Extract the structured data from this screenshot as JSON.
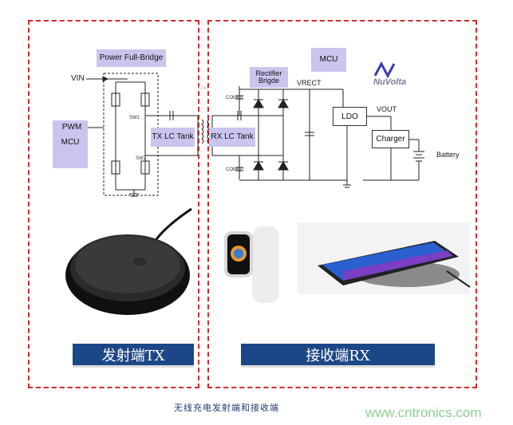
{
  "tx_side": {
    "full_bridge_label": "Power Full-Bridge",
    "vin": "VIN",
    "pwm": "PWM",
    "mcu": "MCU",
    "sw1": "SW1",
    "sw2": "SW2",
    "tank": "TX LC Tank",
    "banner": "发射端TX"
  },
  "coil_label": "Coil",
  "rx_side": {
    "rectifier": "Rectifier Brigde",
    "mcu": "MCU",
    "vrect": "VRECT",
    "ldo": "LDO",
    "vout": "VOUT",
    "charger": "Charger",
    "battery": "Battery",
    "comm1": "COMM1",
    "comm2": "COMM2",
    "tank": "RX LC Tank",
    "banner": "接收端RX"
  },
  "logo": "NuVolta",
  "caption": "无线充电发射端和接收端",
  "watermark": "www.cntronics.com",
  "colors": {
    "panel_border": "#d42a2a",
    "label_box": "#c9c5ef",
    "banner": "#1c4787",
    "watermark": "#8fcf8f"
  }
}
